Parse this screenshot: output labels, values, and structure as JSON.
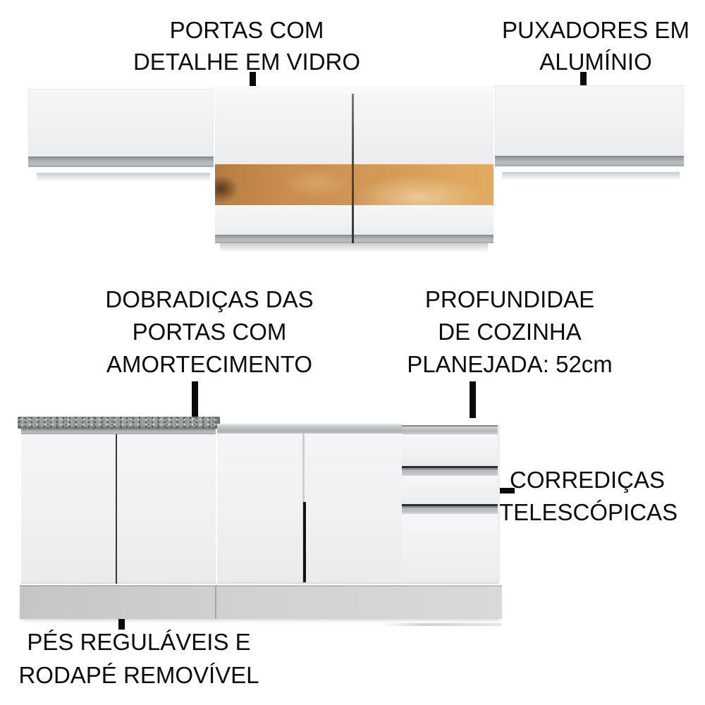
{
  "diagram": {
    "type": "product-feature-callouts",
    "subject": "cozinha planejada (modular kitchen cabinets)"
  },
  "annotations": {
    "portas_vidro": {
      "lines": [
        "PORTAS COM",
        "DETALHE EM VIDRO"
      ]
    },
    "puxadores": {
      "lines": [
        "PUXADORES EM",
        "ALUMÍNIO"
      ]
    },
    "dobradicas": {
      "lines": [
        "DOBRADIÇAS DAS",
        "PORTAS COM",
        "AMORTECIMENTO"
      ]
    },
    "profundidade": {
      "lines": [
        "PROFUNDIDAE",
        "DE COZINHA",
        "PLANEJADA: 52cm"
      ]
    },
    "corredicas": {
      "lines": [
        "CORREDIÇAS",
        "TELESCÓPICAS"
      ]
    },
    "pes": {
      "lines": [
        "PÉS REGULÁVEIS E",
        "RODAPÉ REMOVÍVEL"
      ]
    }
  },
  "colors": {
    "text": "#0d0d0d",
    "leader_line": "#0a0a0a",
    "cabinet_white": "#f2f3f4",
    "aluminum_handle": "#a8abad",
    "glass_orange": "#cd9150",
    "granite_gray": "#9aa09c",
    "plinth_gray": "#cfd1d2",
    "background": "#ffffff"
  }
}
